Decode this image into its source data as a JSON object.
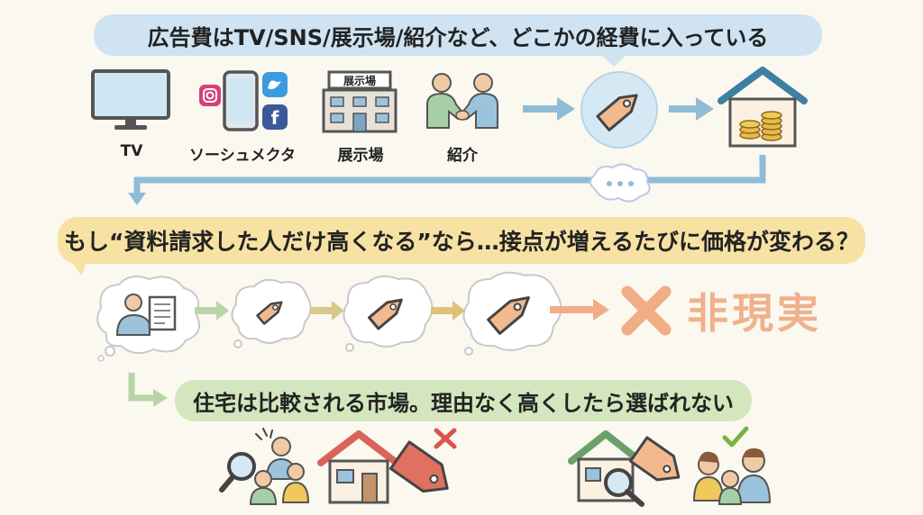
{
  "banners": {
    "top": "広告費はTV/SNS/展示場/紹介など、どこかの経費に入っている",
    "middle": "もし“資料請求した人だけ高くなる”なら…接点が増えるたびに価格が変わる？",
    "bottom": "住宅は比較される市場。理由なく高くしたら選ばれない"
  },
  "channels": [
    {
      "label": "TV",
      "icon": "tv-icon"
    },
    {
      "label": "ソーシュメクタ",
      "icon": "smartphone-social-icon"
    },
    {
      "label": "展示場",
      "icon": "showroom-building-icon"
    },
    {
      "label": "紹介",
      "icon": "handshake-icon"
    }
  ],
  "showroom_sign": "展示場",
  "unreal_label": "非現実",
  "colors": {
    "banner_blue": "#cfe3f2",
    "banner_yellow": "#f7e2a4",
    "banner_green": "#d3e6bd",
    "tag_orange": "#f2b98f",
    "cross_orange": "#f0ad86",
    "red_tag": "#e07060",
    "check_green": "#7cb342",
    "arrow_blue": "#8fbcd6"
  }
}
